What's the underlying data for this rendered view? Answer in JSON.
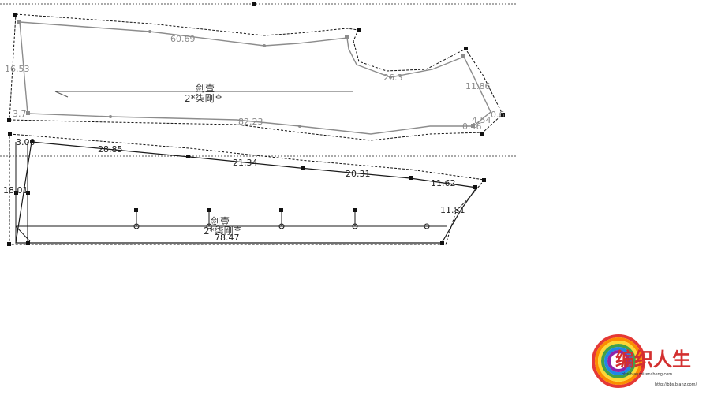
{
  "upper_piece": {
    "labels": {
      "top": "60.69",
      "left": "16.53",
      "bottom_left": "3.7",
      "bottom": "82.23",
      "notch": "26.3",
      "right": "11.86",
      "right_low": "4.54",
      "corner_a": "0.46",
      "corner_b": "0.6"
    },
    "piece_name_top": "剑壹",
    "piece_name_bottom": "2*柒剛ᄒ"
  },
  "lower_piece": {
    "labels": {
      "left_top": "3.00",
      "seg1": "28.85",
      "seg2": "21.34",
      "seg3": "20.31",
      "seg4": "11.62",
      "left_height": "18.01",
      "right_height": "11.81",
      "bottom": "78.47"
    },
    "piece_name_top": "剑壹",
    "piece_name_bottom": "2*柒剛ᄒ"
  },
  "logo": {
    "text": "编织人生",
    "url": "bbs.bianzhirensheng.com",
    "url2": "http://bbs.bianz.com/"
  },
  "colors": {
    "gray_line": "#8c8c8c",
    "dark_line": "#1a1a1a",
    "dashed_line": "#111111"
  }
}
